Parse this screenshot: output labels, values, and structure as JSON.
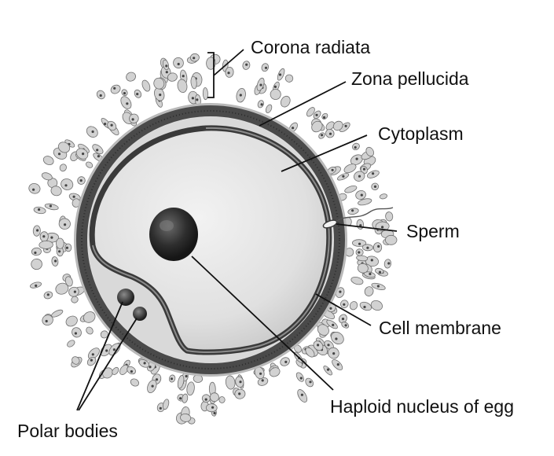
{
  "labels": {
    "corona_radiata": "Corona radiata",
    "zona_pellucida": "Zona pellucida",
    "cytoplasm": "Cytoplasm",
    "sperm": "Sperm",
    "cell_membrane": "Cell membrane",
    "haploid_nucleus": "Haploid nucleus of egg",
    "polar_bodies": "Polar bodies"
  },
  "colors": {
    "corona_cell": "#d2d2d2",
    "zona_band": "#bdbdbd",
    "membrane": "#3a3a3a",
    "cytoplasm": "#e3e3e3",
    "nucleus": "#2a2a2a",
    "leader_line": "#111111"
  }
}
